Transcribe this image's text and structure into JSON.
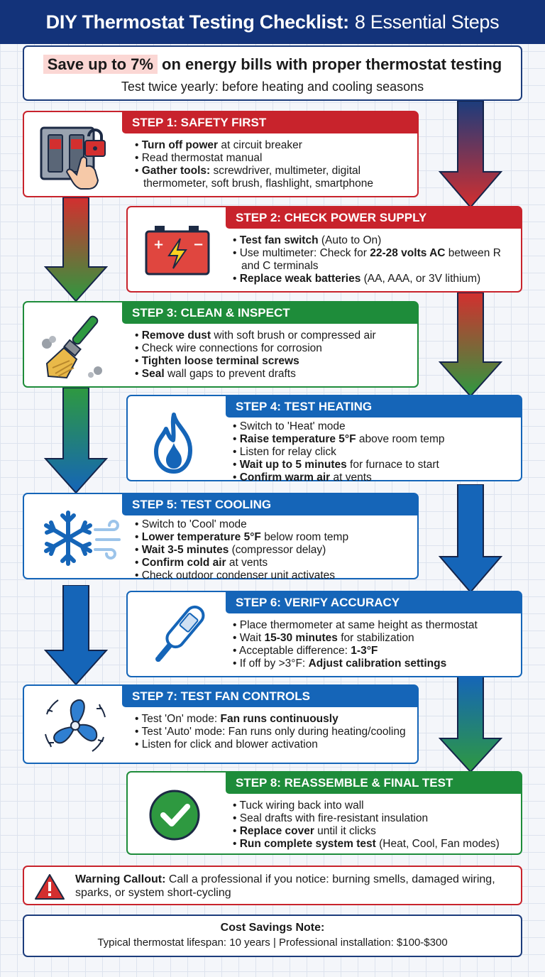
{
  "title": {
    "bold": "DIY Thermostat Testing Checklist:",
    "rest": "8 Essential Steps"
  },
  "intro": {
    "highlight": "Save up to 7%",
    "line1_rest": "on energy bills with proper thermostat testing",
    "line2": "Test twice yearly: before heating and cooling seasons"
  },
  "steps": [
    {
      "heading": "STEP 1: SAFETY FIRST",
      "color": "#c8232c",
      "icon": "circuit-breaker-lock-icon",
      "bullets": [
        {
          "bold": "Turn off power",
          "text": "at circuit breaker"
        },
        {
          "bold": "",
          "text": "Read thermostat manual"
        },
        {
          "bold": "Gather tools:",
          "text": "screwdriver, multimeter, digital thermometer, soft brush, flashlight, smartphone"
        }
      ]
    },
    {
      "heading": "STEP 2: CHECK POWER SUPPLY",
      "color": "#c8232c",
      "icon": "battery-icon",
      "bullets": [
        {
          "bold": "Test fan switch",
          "text": "(Auto to On)"
        },
        {
          "bold": "",
          "text": "Use multimeter: Check for",
          "bold2": "22-28 volts AC",
          "text2": "between R and C terminals"
        },
        {
          "bold": "Replace weak batteries",
          "text": "(AA, AAA, or 3V lithium)"
        }
      ]
    },
    {
      "heading": "STEP 3: CLEAN & INSPECT",
      "color": "#1e8c3a",
      "icon": "brush-icon",
      "bullets": [
        {
          "bold": "Remove dust",
          "text": "with soft brush or compressed air"
        },
        {
          "bold": "",
          "text": "Check wire connections for corrosion"
        },
        {
          "bold": "Tighten loose terminal screws",
          "text": ""
        },
        {
          "bold": "Seal",
          "text": "wall gaps to prevent drafts"
        }
      ]
    },
    {
      "heading": "STEP 4: TEST HEATING",
      "color": "#1565b8",
      "icon": "flame-icon",
      "bullets": [
        {
          "bold": "",
          "text": "Switch to 'Heat' mode"
        },
        {
          "bold": "Raise temperature 5°F",
          "text": "above room temp"
        },
        {
          "bold": "",
          "text": "Listen for relay click"
        },
        {
          "bold": "Wait up to 5 minutes",
          "text": "for furnace to start"
        },
        {
          "bold": "Confirm warm air",
          "text": "at vents"
        }
      ]
    },
    {
      "heading": "STEP 5: TEST COOLING",
      "color": "#1565b8",
      "icon": "snowflake-icon",
      "bullets": [
        {
          "bold": "",
          "text": "Switch to 'Cool' mode"
        },
        {
          "bold": "Lower temperature 5°F",
          "text": "below room temp"
        },
        {
          "bold": "Wait 3-5 minutes",
          "text": "(compressor delay)"
        },
        {
          "bold": "Confirm cold air",
          "text": "at vents"
        },
        {
          "bold": "",
          "text": "Check outdoor condenser unit activates"
        }
      ]
    },
    {
      "heading": "STEP 6: VERIFY ACCURACY",
      "color": "#1565b8",
      "icon": "thermometer-icon",
      "bullets": [
        {
          "bold": "",
          "text": "Place thermometer at same height as thermostat"
        },
        {
          "bold": "",
          "text": "Wait",
          "bold2": "15-30 minutes",
          "text2": "for stabilization"
        },
        {
          "bold": "",
          "text": "Acceptable difference:",
          "bold2": "1-3°F",
          "text2": ""
        },
        {
          "bold": "",
          "text": "If off by >3°F:",
          "bold2": "Adjust calibration settings",
          "text2": ""
        }
      ]
    },
    {
      "heading": "STEP 7: TEST FAN CONTROLS",
      "color": "#1565b8",
      "icon": "fan-icon",
      "bullets": [
        {
          "bold": "",
          "text": "Test 'On' mode:",
          "bold2": "Fan runs continuously",
          "text2": ""
        },
        {
          "bold": "",
          "text": "Test 'Auto' mode: Fan runs only during heating/cooling"
        },
        {
          "bold": "",
          "text": "Listen for click and blower activation"
        }
      ]
    },
    {
      "heading": "STEP 8: REASSEMBLE & FINAL TEST",
      "color": "#1e8c3a",
      "icon": "checkmark-icon",
      "bullets": [
        {
          "bold": "",
          "text": "Tuck wiring back into wall"
        },
        {
          "bold": "",
          "text": "Seal drafts with fire-resistant insulation"
        },
        {
          "bold": "Replace cover",
          "text": "until it clicks"
        },
        {
          "bold": "Run complete system test",
          "text": "(Heat, Cool, Fan modes)"
        }
      ]
    }
  ],
  "warning": {
    "label": "Warning Callout:",
    "text": "Call a professional if you notice: burning smells, damaged wiring, sparks, or system short-cycling",
    "icon": "warning-icon"
  },
  "cost": {
    "heading": "Cost Savings Note:",
    "text": "Typical thermostat lifespan: 10 years | Professional installation: $100-$300"
  }
}
